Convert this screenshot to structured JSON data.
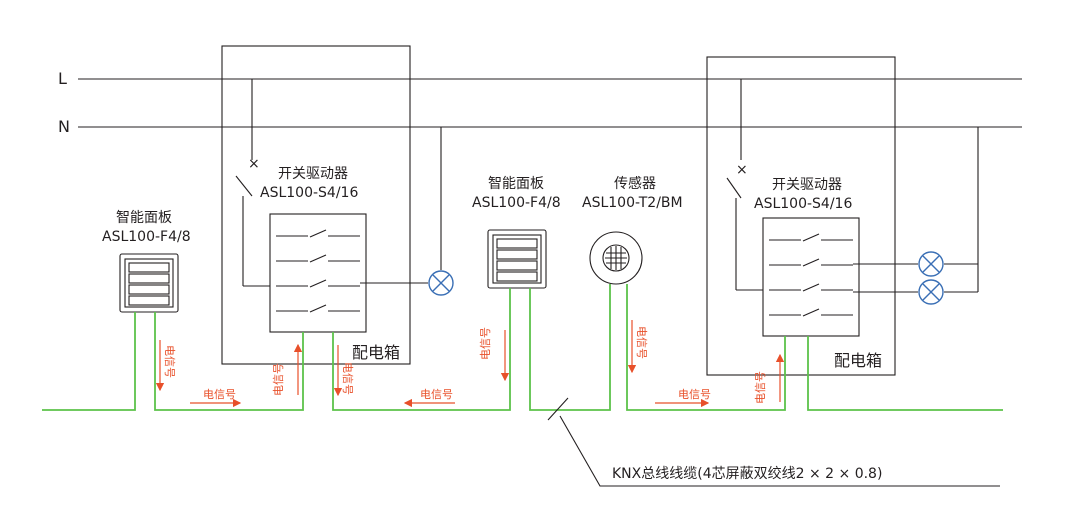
{
  "rails": {
    "L": "L",
    "N": "N"
  },
  "panel_left": {
    "title": "智能面板",
    "model": "ASL100-F4/8"
  },
  "driver_left": {
    "title": "开关驱动器",
    "model": "ASL100-S4/16"
  },
  "box_left": "配电箱",
  "panel_mid": {
    "title": "智能面板",
    "model": "ASL100-F4/8"
  },
  "sensor": {
    "title": "传感器",
    "model": "ASL100-T2/BM"
  },
  "driver_right": {
    "title": "开关驱动器",
    "model": "ASL100-S4/16"
  },
  "box_right": "配电箱",
  "signal": "电信号",
  "cable_note": "KNX总线线缆(4芯屏蔽双绞线2 × 2 × 0.8)",
  "colors": {
    "line": "#231f20",
    "bus": "#5cc24a",
    "signal": "#e8502a",
    "lamp": "#3a6fb5"
  }
}
